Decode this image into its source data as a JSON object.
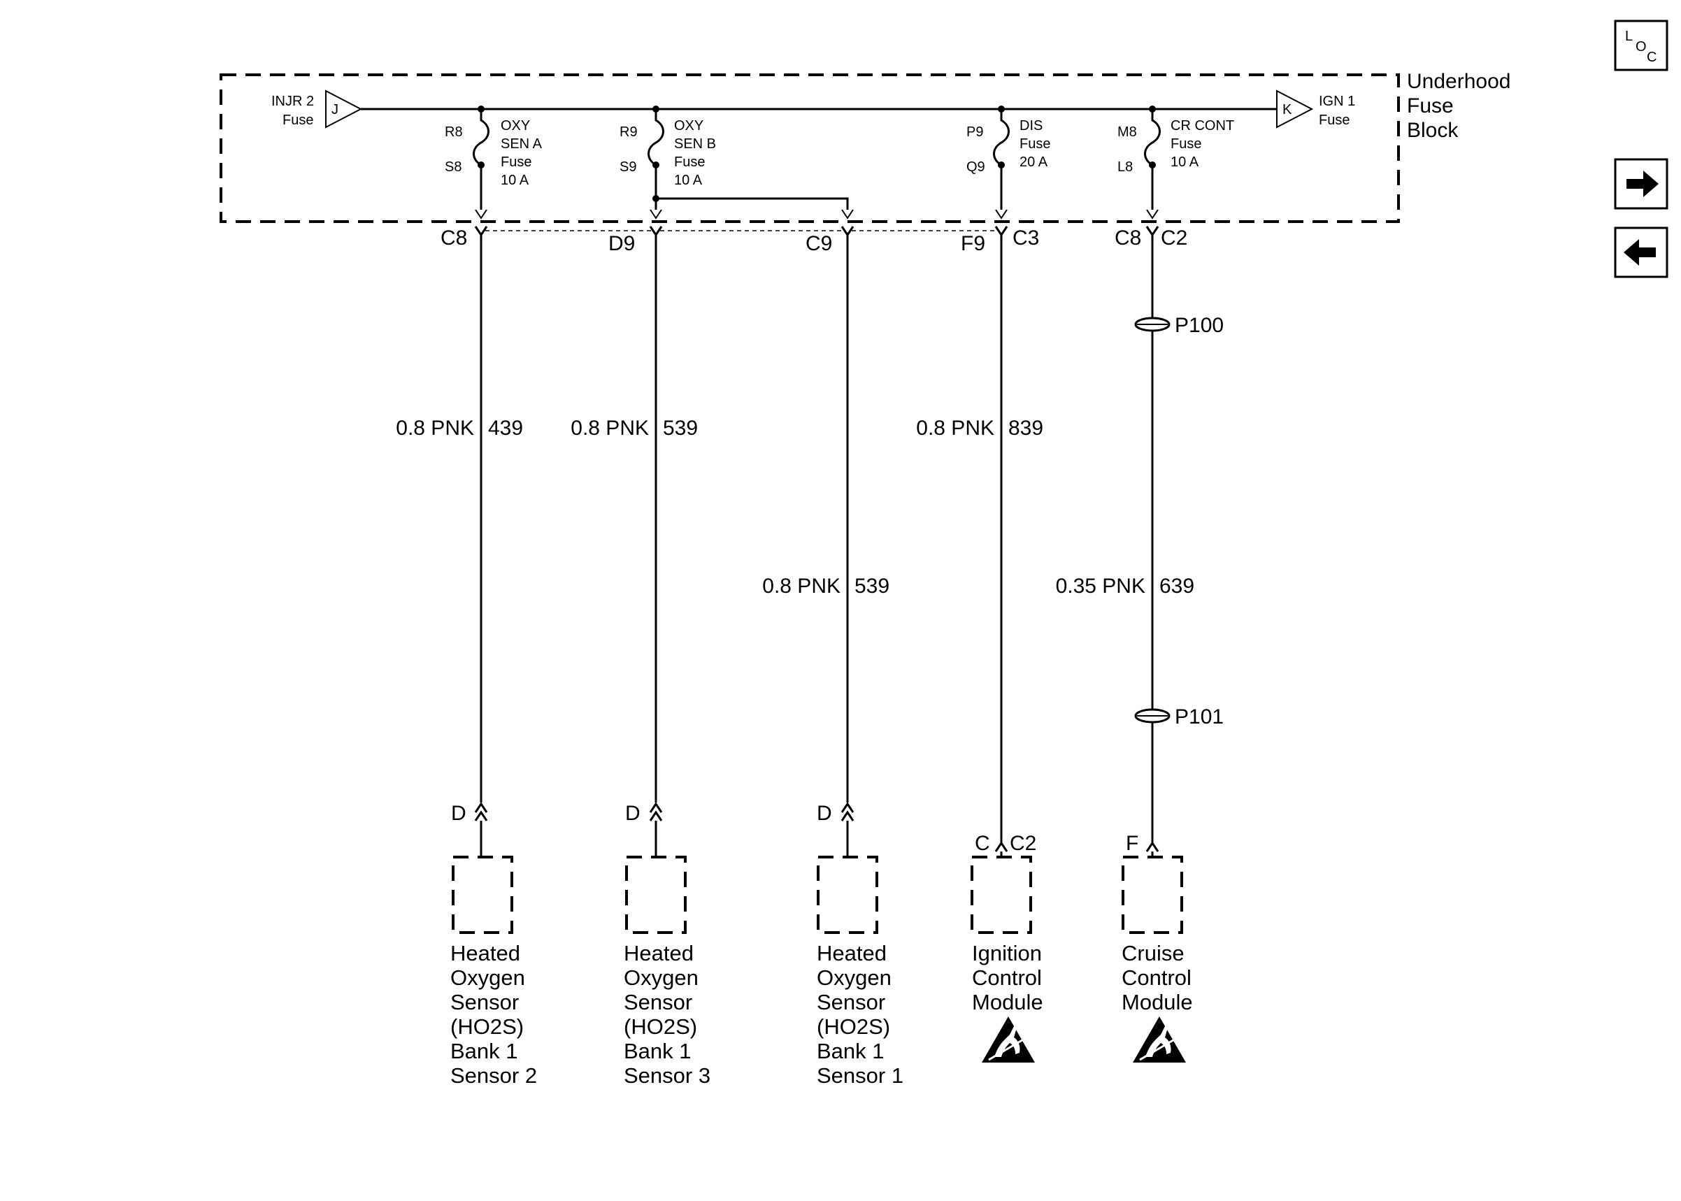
{
  "nav": {
    "loc_letters": [
      "L",
      "O",
      "C"
    ]
  },
  "fuse_block": {
    "title_lines": [
      "Underhood",
      "Fuse",
      "Block"
    ]
  },
  "inputs": {
    "left": {
      "name": "INJR 2",
      "sub": "Fuse",
      "letter": "J"
    },
    "right": {
      "name": "IGN 1",
      "sub": "Fuse",
      "letter": "K"
    }
  },
  "fuses": [
    {
      "top": "R8",
      "bottom": "S8",
      "lines": [
        "OXY",
        "SEN A",
        "Fuse",
        "10 A"
      ]
    },
    {
      "top": "R9",
      "bottom": "S9",
      "lines": [
        "OXY",
        "SEN B",
        "Fuse",
        "10 A"
      ]
    },
    {
      "top": "P9",
      "bottom": "Q9",
      "lines": [
        "DIS",
        "Fuse",
        "20 A"
      ]
    },
    {
      "top": "M8",
      "bottom": "L8",
      "lines": [
        "CR CONT",
        "Fuse",
        "10 A"
      ]
    }
  ],
  "connectors": {
    "c8_a": "C8",
    "d9": "D9",
    "c9": "C9",
    "f9": "F9",
    "c3": "C3",
    "c8_b": "C8",
    "c2": "C2"
  },
  "splices": [
    "P100",
    "P101"
  ],
  "wires": [
    {
      "size": "0.8 PNK",
      "circuit": "439"
    },
    {
      "size": "0.8 PNK",
      "circuit": "539"
    },
    {
      "size": "0.8 PNK",
      "circuit": "539"
    },
    {
      "size": "0.8 PNK",
      "circuit": "839"
    },
    {
      "size": "0.35 PNK",
      "circuit": "639"
    }
  ],
  "pins": {
    "p1": "D",
    "p2": "D",
    "p3": "D",
    "p4_pin": "C",
    "p4_conn": "C2",
    "p5": "F"
  },
  "components": [
    {
      "lines": [
        "Heated",
        "Oxygen",
        "Sensor",
        "(HO2S)",
        "Bank 1",
        "Sensor 2"
      ]
    },
    {
      "lines": [
        "Heated",
        "Oxygen",
        "Sensor",
        "(HO2S)",
        "Bank 1",
        "Sensor 3"
      ]
    },
    {
      "lines": [
        "Heated",
        "Oxygen",
        "Sensor",
        "(HO2S)",
        "Bank 1",
        "Sensor 1"
      ]
    },
    {
      "lines": [
        "Ignition",
        "Control",
        "Module"
      ],
      "esd": true
    },
    {
      "lines": [
        "Cruise",
        "Control",
        "Module"
      ],
      "esd": true
    }
  ]
}
